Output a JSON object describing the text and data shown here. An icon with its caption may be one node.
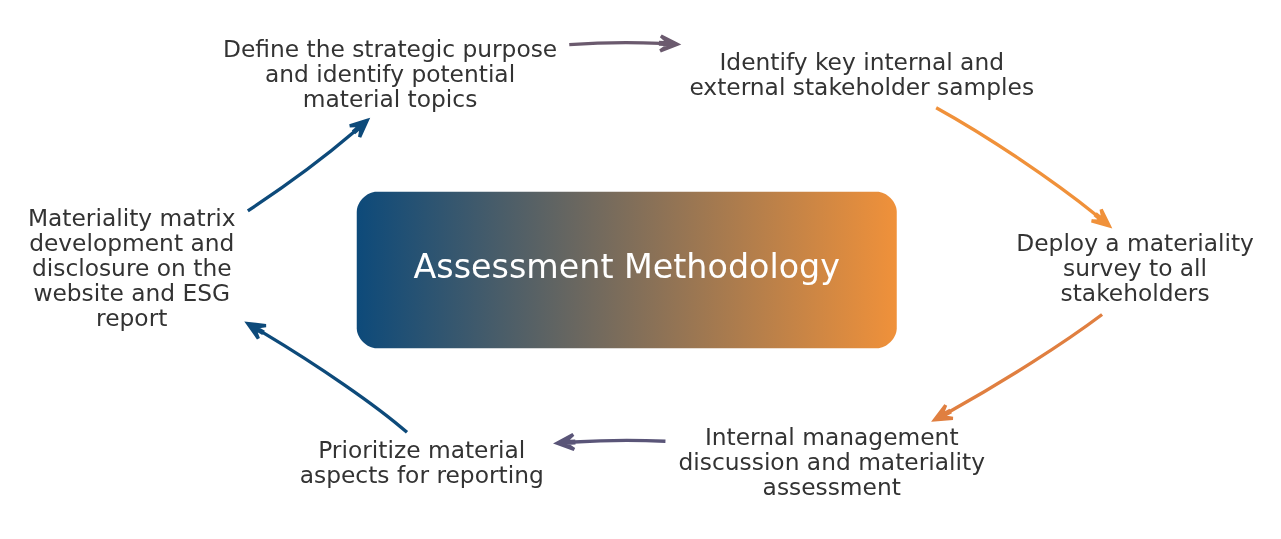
{
  "diagram": {
    "nodes": [
      {
        "text": [
          "Assessment Methodology"
        ]
      },
      {
        "text": [
          "Define the strategic purpose and identify potential material topics"
        ]
      },
      {
        "text": [
          "Identify key internal and external stakeholder samples"
        ]
      },
      {
        "text": [
          "Deploy a materiality survey to all stakeholders"
        ]
      },
      {
        "text": [
          "Internal management discussion and materiality assessment"
        ]
      },
      {
        "text": [
          "Prioritize material aspects for reporting"
        ]
      },
      {
        "text": [
          "Materiality matrix development and disclosure on the website and ESG report"
        ]
      }
    ],
    "edges": [
      {
        "from": 6,
        "to": 1,
        "arrow": "to",
        "color": "#0d4a7a"
      },
      {
        "from": 1,
        "to": 2,
        "arrow": "to",
        "color": "#6b5a6e"
      },
      {
        "from": 2,
        "to": 3,
        "arrow": "to",
        "color": "#f0913a"
      },
      {
        "from": 3,
        "to": 4,
        "arrow": "to",
        "color": "#e07f40"
      },
      {
        "from": 4,
        "to": 5,
        "arrow": "to",
        "color": "#5a5578"
      },
      {
        "from": 5,
        "to": 6,
        "arrow": "to",
        "color": "#0d4a7a"
      }
    ]
  }
}
